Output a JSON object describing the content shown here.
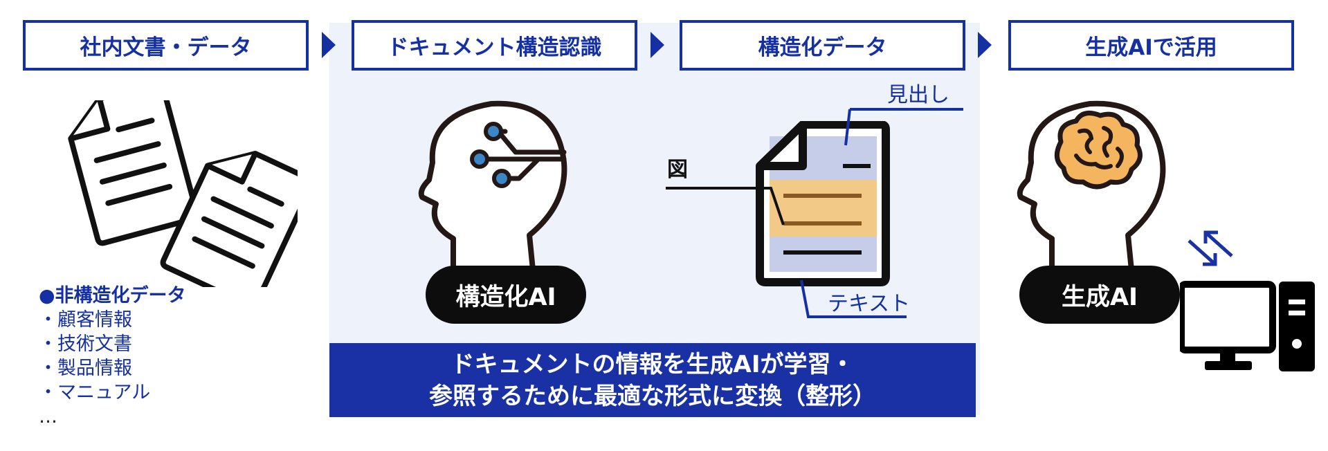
{
  "steps": [
    {
      "label": "社内文書・データ"
    },
    {
      "label": "ドキュメント構造認識"
    },
    {
      "label": "構造化データ"
    },
    {
      "label": "生成AIで活用"
    }
  ],
  "left_list": {
    "heading": "●非構造化データ",
    "items": [
      "・顧客情報",
      "・技術文書",
      "・製品情報",
      "・マニュアル"
    ],
    "more": "…"
  },
  "structuring_ai_label": "構造化AI",
  "doc_labels": {
    "heading": "見出し",
    "figure": "図",
    "text": "テキスト"
  },
  "genai_label": "生成AI",
  "banner": {
    "line1": "ドキュメントの情報を生成AIが学習・",
    "line2": "参照するために最適な形式に変換（整形）"
  },
  "colors": {
    "brand_blue": "#1530a3",
    "panel_bg": "#eef2fa",
    "doc_blue": "#c5cde8",
    "doc_orange": "#f2c987",
    "brain_orange": "#f4b55e"
  }
}
